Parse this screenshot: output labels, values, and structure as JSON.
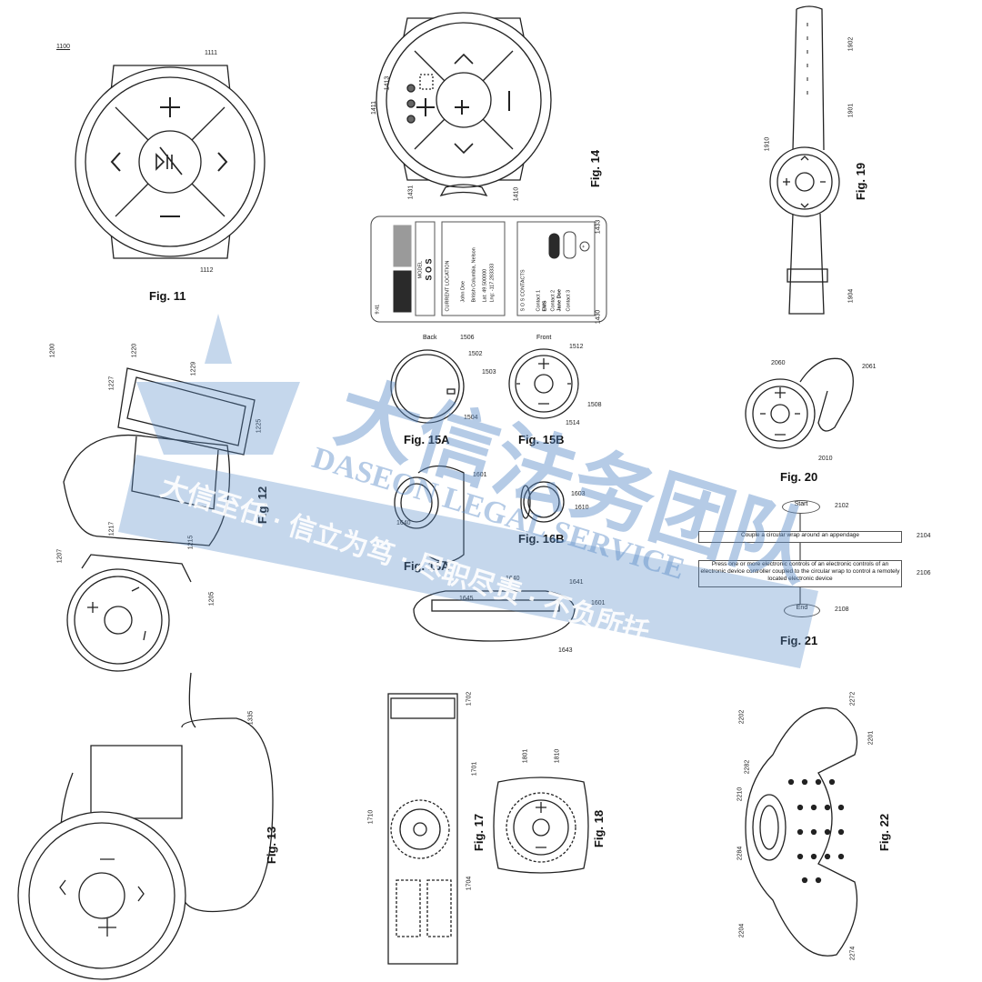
{
  "figures": {
    "fig11": "Fig. 11",
    "fig12": "Fig. 12",
    "fig13": "Fig. 13",
    "fig14": "Fig. 14",
    "fig15a": "Fig. 15A",
    "fig15b": "Fig. 15B",
    "fig16a": "Fig. 16A",
    "fig16b": "Fig. 16B",
    "fig17": "Fig. 17",
    "fig18": "Fig. 18",
    "fig19": "Fig. 19",
    "fig20": "Fig. 20",
    "fig21": "Fig. 21",
    "fig22": "Fig. 22"
  },
  "refs": {
    "r1100": "1100",
    "r1111": "1111",
    "r1112": "1112",
    "r1200": "1200",
    "r1220": "1220",
    "r1227": "1227",
    "r1229": "1229",
    "r1225": "1225",
    "r1217": "1217",
    "r1215": "1215",
    "r1207": "1207",
    "r1205": "1205",
    "r1335": "1335",
    "r1413": "1413",
    "r1411": "1411",
    "r1431": "1431",
    "r1410": "1410",
    "r1433": "1433",
    "r1430": "1430",
    "r1506": "1506",
    "r1502": "1502",
    "r1503": "1503",
    "r1504": "1504",
    "r1512": "1512",
    "r1508": "1508",
    "r1514": "1514",
    "r1601": "1601",
    "r1640": "1640",
    "r1603": "1603",
    "r1610": "1610",
    "r1641": "1641",
    "r1645": "1645",
    "r1643": "1643",
    "r1640b": "1640",
    "r1601b": "1601",
    "r1702": "1702",
    "r1701": "1701",
    "r1704": "1704",
    "r1710": "1710",
    "r1801": "1801",
    "r1810": "1810",
    "r1902": "1902",
    "r1901": "1901",
    "r1910": "1910",
    "r1904": "1904",
    "r2060": "2060",
    "r2061": "2061",
    "r2010": "2010",
    "r2102": "2102",
    "r2104": "2104",
    "r2106": "2106",
    "r2108": "2108",
    "r2202": "2202",
    "r2272": "2272",
    "r2201": "2201",
    "r2282": "2282",
    "r2210": "2210",
    "r2284": "2284",
    "r2204": "2204",
    "r2274": "2274"
  },
  "fig15_labels": {
    "back": "Back",
    "front": "Front"
  },
  "phone": {
    "time": "9:41",
    "model_label": "MODEL",
    "model_value": "S O S",
    "location_title": "CURRENT LOCATION",
    "name": "John Doe",
    "place": "British Columbia, Nelson",
    "lat": "Lat: 49.500000",
    "lng": "Lng: -117.283333",
    "contacts_title": "S O S CONTACTS",
    "contact1_label": "Contact 1",
    "contact1_value": "EMS",
    "contact2_label": "Contact 2",
    "contact2_value": "Jane Doe",
    "contact3_label": "Contact 3",
    "colors": {
      "dark": "#2a2a2a",
      "gray": "#9a9a9a"
    }
  },
  "flowchart": {
    "start": "Start",
    "step1": "Couple a circular wrap around an appendage",
    "step2": "Press one or more electronic controls of an electronic controls of an electronic device controller coupled to the circular wrap to control a remotely located electronic device",
    "end": "End"
  },
  "watermark": {
    "cn_title": "大信法务团队",
    "en_title": "DASEON LEGAL SERVICE",
    "slogan": "大信至任 · 信立为笃 · 尽职尽责 · 不负所托",
    "color": "#5a8cc8"
  }
}
